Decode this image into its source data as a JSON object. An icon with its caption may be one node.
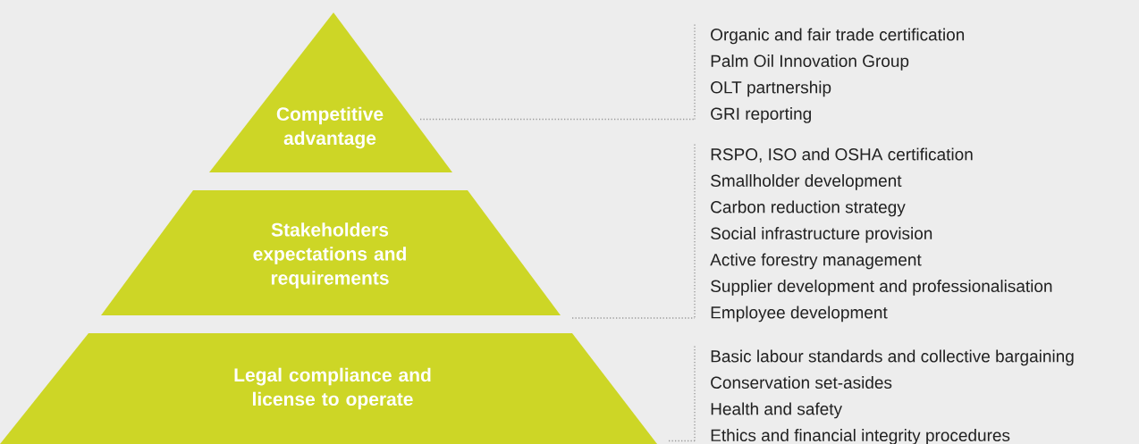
{
  "diagram": {
    "nodes": [
      {
        "text": [
          "Competitive advantage"
        ]
      },
      {
        "text": [
          "Organic and fair trade certification",
          "Palm Oil Innovation Group",
          "OLT partnership",
          "GRI reporting"
        ]
      },
      {
        "text": [
          "Stakeholders expectations and requirements"
        ]
      },
      {
        "text": [
          "RSPO, ISO and OSHA certification",
          "Smallholder development",
          "Carbon reduction strategy",
          "Social infrastructure provision",
          "Active forestry management",
          "Supplier development and professionalisation",
          "Employee development"
        ]
      },
      {
        "text": [
          "Legal compliance and license to operate"
        ]
      },
      {
        "text": [
          "Basic labour standards and collective bargaining",
          "Conservation set-asides",
          "Health and safety",
          "Ethics and financial integrity procedures"
        ]
      }
    ],
    "edges": [
      {
        "from": 0,
        "to": 1,
        "arrow": "none",
        "style": "dashed"
      },
      {
        "from": 2,
        "to": 3,
        "arrow": "none",
        "style": "dashed"
      },
      {
        "from": 4,
        "to": 5,
        "arrow": "none",
        "style": "dashed"
      }
    ]
  }
}
